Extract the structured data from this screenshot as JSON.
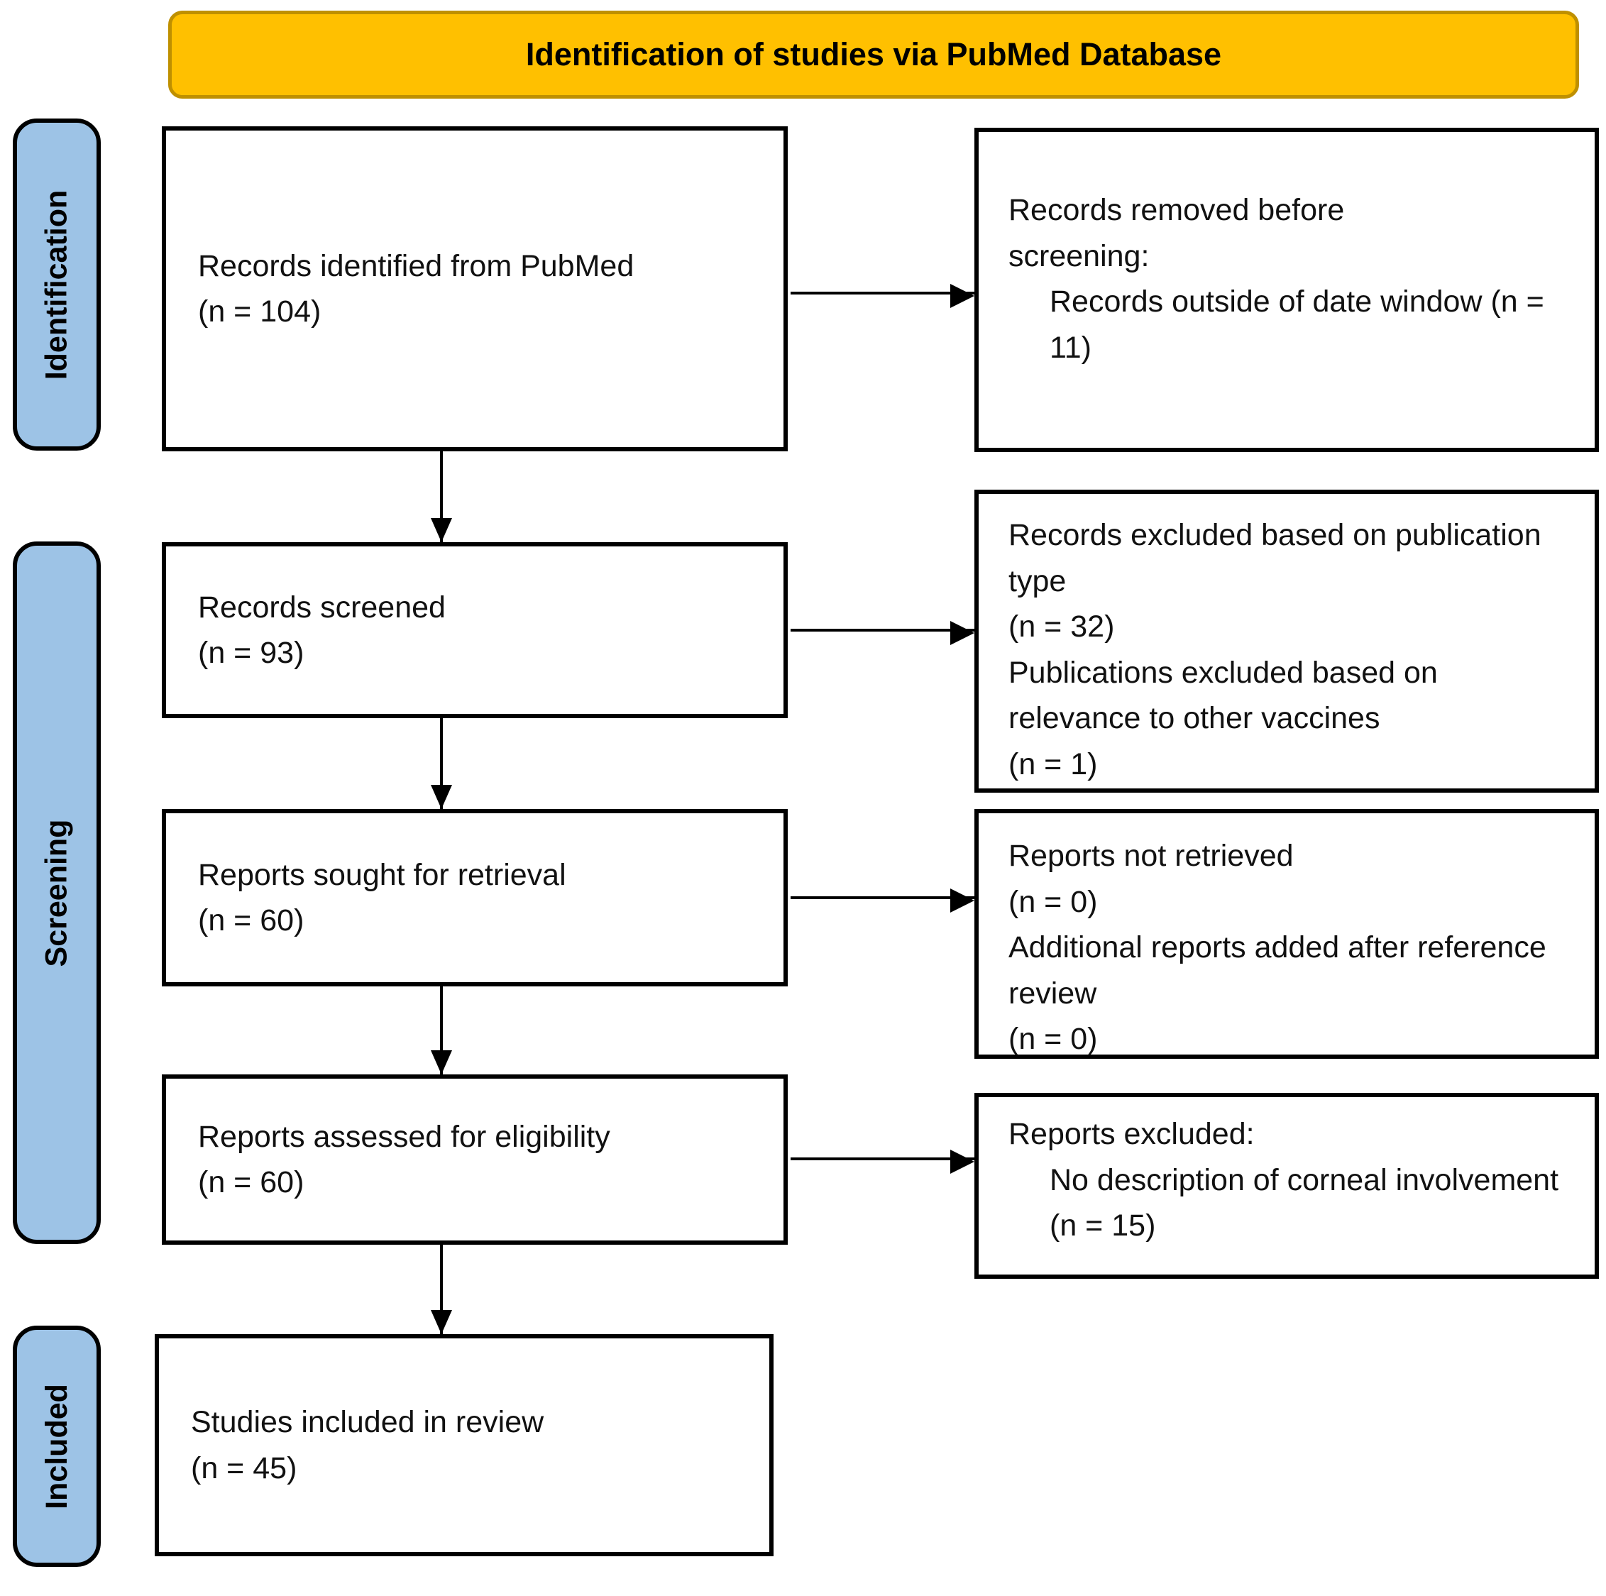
{
  "header": {
    "title": "Identification of studies via PubMed Database"
  },
  "stages": [
    {
      "label": "Identification"
    },
    {
      "label": "Screening"
    },
    {
      "label": "Included"
    }
  ],
  "flow": [
    {
      "title": "Records identified from PubMed",
      "count": "(n = 104)"
    },
    {
      "title": "Records screened",
      "count": "(n = 93)"
    },
    {
      "title": "Reports sought for retrieval",
      "count": "(n = 60)"
    },
    {
      "title": "Reports assessed for eligibility",
      "count": "(n = 60)"
    },
    {
      "title": "Studies included in review",
      "count": "(n = 45)"
    }
  ],
  "exclusions": [
    {
      "lines": [
        "Records removed before screening:",
        "Records outside of date window (n = 11)"
      ]
    },
    {
      "lines": [
        "Records excluded based on publication type",
        "(n = 32)",
        "Publications excluded based on relevance to other vaccines",
        "(n = 1)"
      ]
    },
    {
      "lines": [
        "Reports not retrieved",
        "(n = 0)",
        "Additional reports added after reference review",
        "(n = 0)"
      ]
    },
    {
      "lines": [
        "Reports excluded:",
        "No description of corneal involvement (n = 15)"
      ]
    }
  ],
  "colors": {
    "banner-fill": "#FFC000",
    "banner-border": "#BF9000",
    "stage-fill": "#9DC3E6",
    "line-color": "#000000"
  }
}
